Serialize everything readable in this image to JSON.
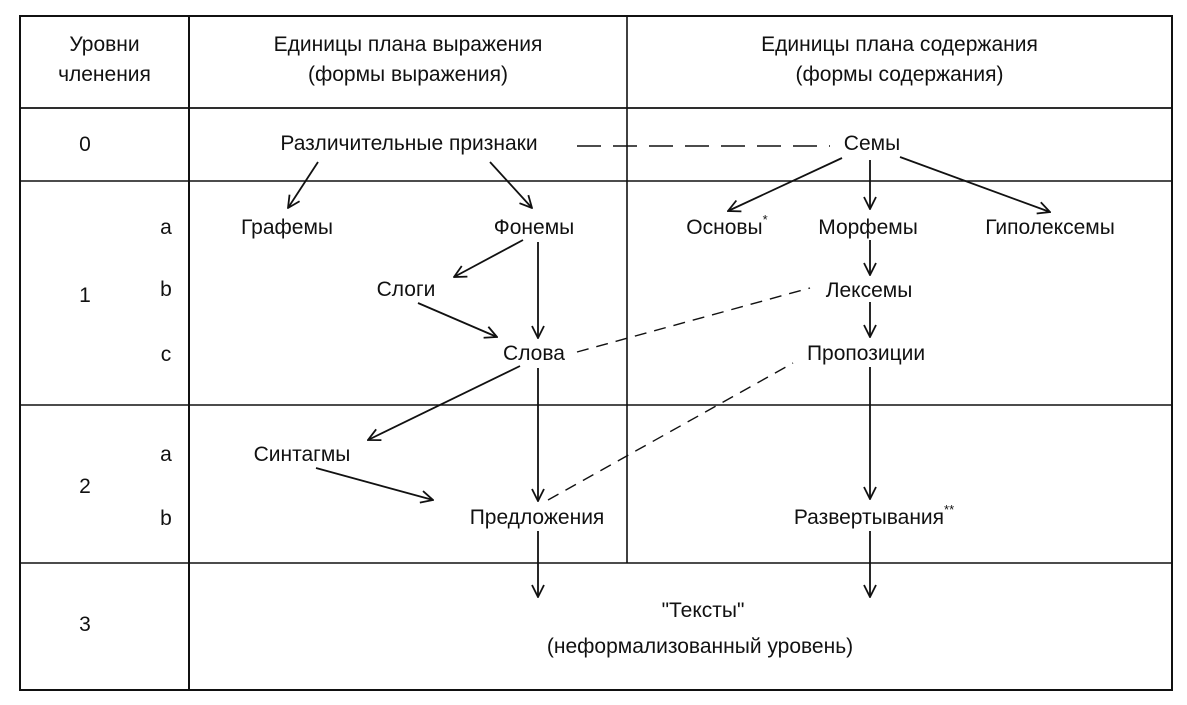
{
  "header": {
    "levels_line1": "Уровни",
    "levels_line2": "членения",
    "expr_line1": "Единицы плана выражения",
    "expr_line2": "(формы выражения)",
    "cont_line1": "Единицы плана содержания",
    "cont_line2": "(формы содержания)"
  },
  "levels": {
    "l0": "0",
    "l1": "1",
    "l2": "2",
    "l3": "3",
    "sub_1a": "a",
    "sub_1b": "b",
    "sub_1c": "c",
    "sub_2a": "a",
    "sub_2b": "b"
  },
  "nodes": {
    "priznaki": "Различительные признаки",
    "semy": "Семы",
    "grafemy": "Графемы",
    "fonemy": "Фонемы",
    "osnovy": "Основы",
    "osnovy_mark": "*",
    "morfemy": "Морфемы",
    "giponeksemy": "Гиполексемы",
    "slogi": "Слоги",
    "leksemy": "Лексемы",
    "slova": "Слова",
    "propozicii": "Пропозиции",
    "sintagmy": "Синтагмы",
    "predlozheniya": "Предложения",
    "razvertyvaniya": "Развертывания",
    "razvertyvaniya_mark": "**",
    "teksty": "\"Тексты\"",
    "teksty_note": "(неформализованный уровень)"
  }
}
